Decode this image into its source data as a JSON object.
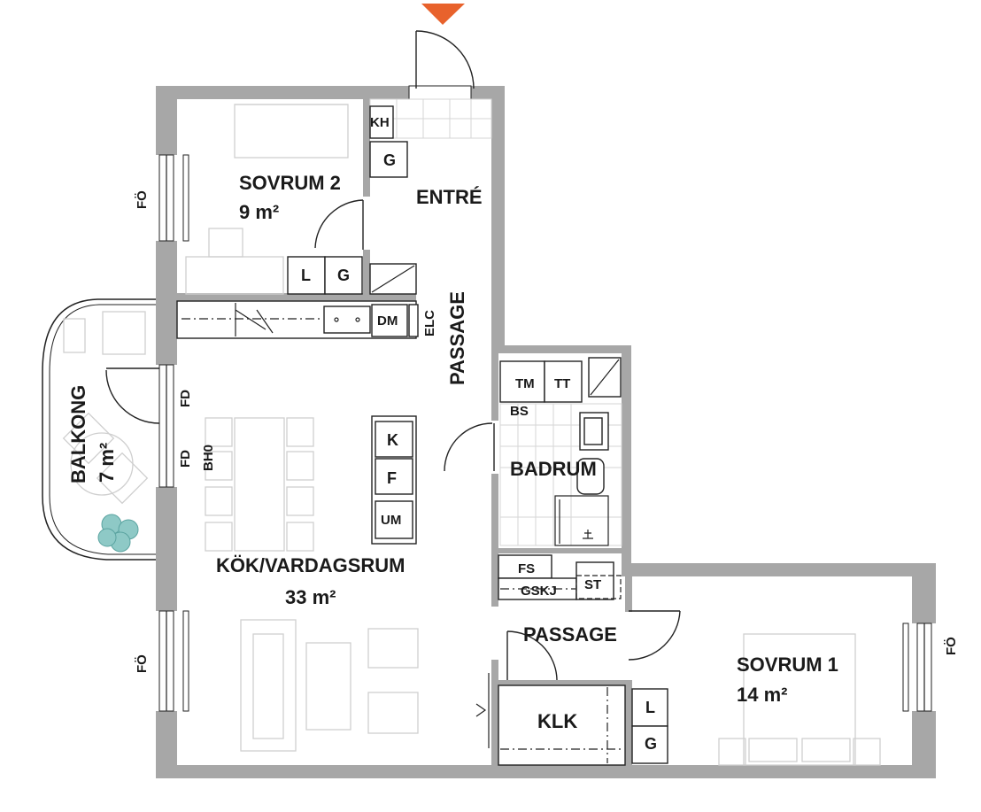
{
  "rooms": {
    "sovrum2_name": "SOVRUM 2",
    "sovrum2_area": "9 m²",
    "entre": "ENTRÉ",
    "passage_vertical": "PASSAGE",
    "balkong_name": "BALKONG",
    "balkong_area": "7 m²",
    "badrum": "BADRUM",
    "kok_name": "KÖK/VARDAGSRUM",
    "kok_area": "33 m²",
    "passage_lower": "PASSAGE",
    "klk": "KLK",
    "sovrum1_name": "SOVRUM 1",
    "sovrum1_area": "14 m²"
  },
  "fixtures": {
    "kh": "KH",
    "g_entre": "G",
    "l_sovrum2": "L",
    "g_sovrum2": "G",
    "dm": "DM",
    "elc": "ELC",
    "tm": "TM",
    "tt": "TT",
    "bs": "BS",
    "k": "K",
    "f": "F",
    "um": "UM",
    "fs": "FS",
    "gskj": "GSKJ",
    "st": "ST",
    "l_sovrum1": "L",
    "g_sovrum1": "G"
  },
  "window_labels": {
    "fo_upper_left": "FÖ",
    "fo_lower_left": "FÖ",
    "fo_right": "FÖ",
    "fd_upper": "FD",
    "fd_lower": "FD",
    "bho": "BH0"
  },
  "colors": {
    "wall": "#a7a7a7",
    "entrance_marker": "#e8622c",
    "plant": "#8ec9c6"
  },
  "icons": {
    "entrance_marker": "triangle-down-icon",
    "plant": "plant-icon"
  }
}
